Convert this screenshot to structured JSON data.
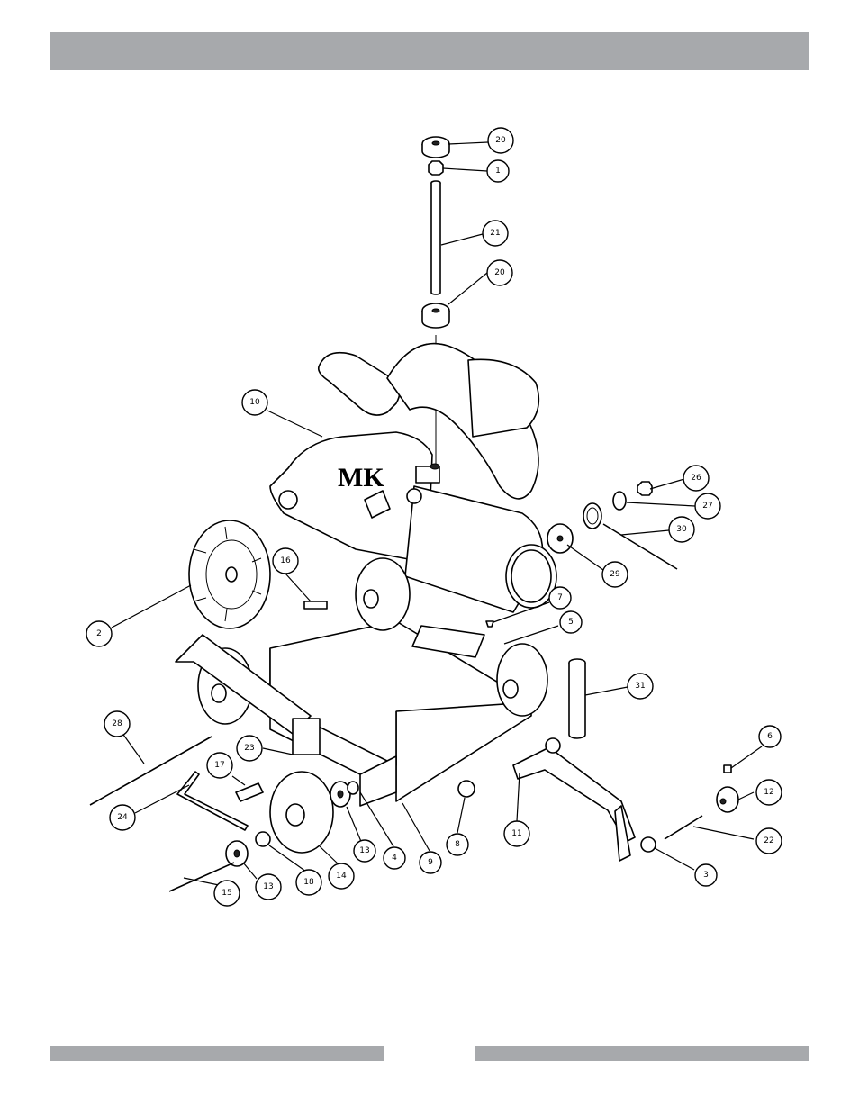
{
  "header": {
    "title": ""
  },
  "footer": {
    "left": "",
    "right": ""
  },
  "logo_text": "MK",
  "callouts": [
    {
      "label": "20"
    },
    {
      "label": "1"
    },
    {
      "label": "21"
    },
    {
      "label": "20"
    },
    {
      "label": "10"
    },
    {
      "label": "26"
    },
    {
      "label": "27"
    },
    {
      "label": "30"
    },
    {
      "label": "29"
    },
    {
      "label": "16"
    },
    {
      "label": "7"
    },
    {
      "label": "5"
    },
    {
      "label": "2"
    },
    {
      "label": "31"
    },
    {
      "label": "28"
    },
    {
      "label": "23"
    },
    {
      "label": "6"
    },
    {
      "label": "17"
    },
    {
      "label": "12"
    },
    {
      "label": "24"
    },
    {
      "label": "11"
    },
    {
      "label": "22"
    },
    {
      "label": "13"
    },
    {
      "label": "4"
    },
    {
      "label": "9"
    },
    {
      "label": "8"
    },
    {
      "label": "18"
    },
    {
      "label": "14"
    },
    {
      "label": "3"
    },
    {
      "label": "15"
    },
    {
      "label": "13"
    }
  ]
}
